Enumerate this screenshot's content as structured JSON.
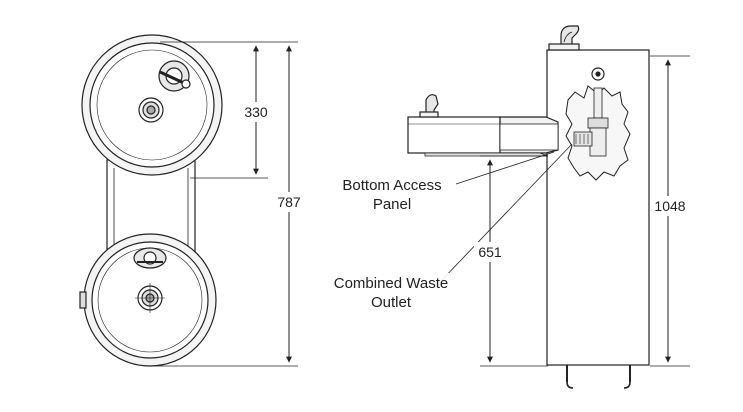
{
  "dimensions": {
    "top_bowl_height": "330",
    "overall_height_front": "787",
    "side_height": "1048",
    "outlet_height": "651"
  },
  "labels": {
    "bottom_access_panel_line1": "Bottom Access",
    "bottom_access_panel_line2": "Panel",
    "combined_waste_outlet_line1": "Combined Waste",
    "combined_waste_outlet_line2": "Outlet"
  },
  "colors": {
    "line": "#222222",
    "fill_light": "#f2f2f2",
    "fill_mid": "#d9d9d9"
  }
}
